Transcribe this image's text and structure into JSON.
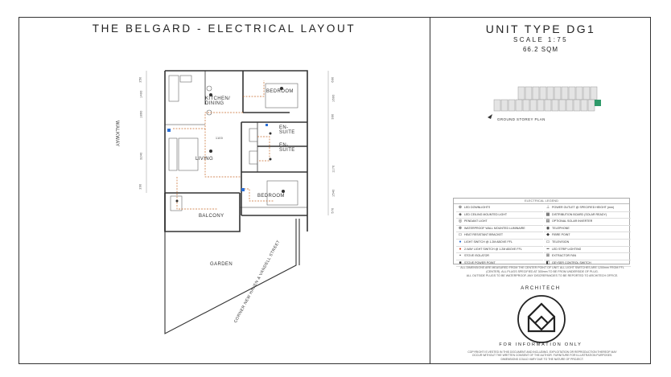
{
  "header": {
    "title": "THE BELGARD - ELECTRICAL LAYOUT",
    "unit_type": "UNIT TYPE DG1",
    "scale": "SCALE 1:75",
    "area": "66.2 SQM"
  },
  "plan": {
    "rooms": {
      "kitchen": "KITCHEN/\nDINING",
      "bedroom_top": "BEDROOM",
      "ensuite_1": "EN-\nSUITE",
      "ensuite_2": "EN-\nSUITE",
      "living": "LIVING",
      "bedroom_bottom": "BEDROOM",
      "balcony": "BALCONY"
    },
    "garden": "GARDEN",
    "walkway": "WALKWAY",
    "corner": "CORNER NEW HAVEN & VANDELL STREET",
    "dims_left": [
      "250",
      "1400",
      "1860",
      "3240",
      "200"
    ],
    "dims_right": [
      "600",
      "1600",
      "300",
      "1170",
      "1540",
      "570"
    ],
    "dims_mid": [
      "1100"
    ]
  },
  "key_plan": {
    "label": "GROUND STOREY PLAN"
  },
  "legend": {
    "heading": "ELECTRICAL LEGEND",
    "left": [
      "LED DOWNLIGHTS",
      "LED CEILING MOUNTED LIGHT",
      "PENDANT LIGHT",
      "WATERPROOF WALL MOUNTED LUMINAIRE",
      "HEAT RESISTANT BRACKET",
      "LIGHT SWITCH @ 1.2M ABOVE FFL",
      "2-WAY LIGHT SWITCH @ 1.2M ABOVE FFL",
      "STOVE ISOLATOR",
      "STOVE POWER POINT"
    ],
    "right": [
      "POWER OUTLET @ SPECIFIED HEIGHT (mm)",
      "DISTRIBUTION BOARD (SOLAR READY)",
      "OPTIONAL SOLAR INVERTER",
      "TELEPHONE",
      "FIBRE POINT",
      "TELEVISION",
      "LED STRIP LIGHTING",
      "EXTRACTOR FAN",
      "GEYSER CONTROL SWITCH"
    ],
    "icons_left": [
      "⊕",
      "◈",
      "◎",
      "⊗",
      "▭",
      "●",
      "●",
      "▪",
      "■"
    ],
    "icons_right": [
      "⊥",
      "▦",
      "▤",
      "◉",
      "◆",
      "▭",
      "━",
      "⊠",
      "◧"
    ]
  },
  "notes": [
    "ALL DIMENSIONS ARE MEASURED FROM THE CENTER POINT OF UNIT. ALL LIGHT SWITCHES ARE 1200mm FROM FFL",
    "(CENTER). ALL PLUGS SPECIFIED AT 300mm TO BE FROM UNDERSIDE OF PLUG.",
    "ALL OUTSIDE PLUGS TO BE WATERPROOF. ANY DISCREPANCIES TO BE REPORTED TO ARCHITECH OFFICE."
  ],
  "brand": {
    "name": "ARCHITECH",
    "tagline": "FOR INFORMATION ONLY"
  },
  "copyright": [
    "COPYRIGHT IS VESTED IN THIS DOCUMENT AND INCLUDING. EXPLOITATION OR REPRODUCTION THEREOF MAY",
    "OCCUR WITHOUT THE WRITTEN CONSENT OF THE AUTHOR. FURNITURE FOR ILLUSTRATION PURPOSES.",
    "DIMENSIONS COULD VARY DUE TO THE NATURE OF PROJECT."
  ]
}
